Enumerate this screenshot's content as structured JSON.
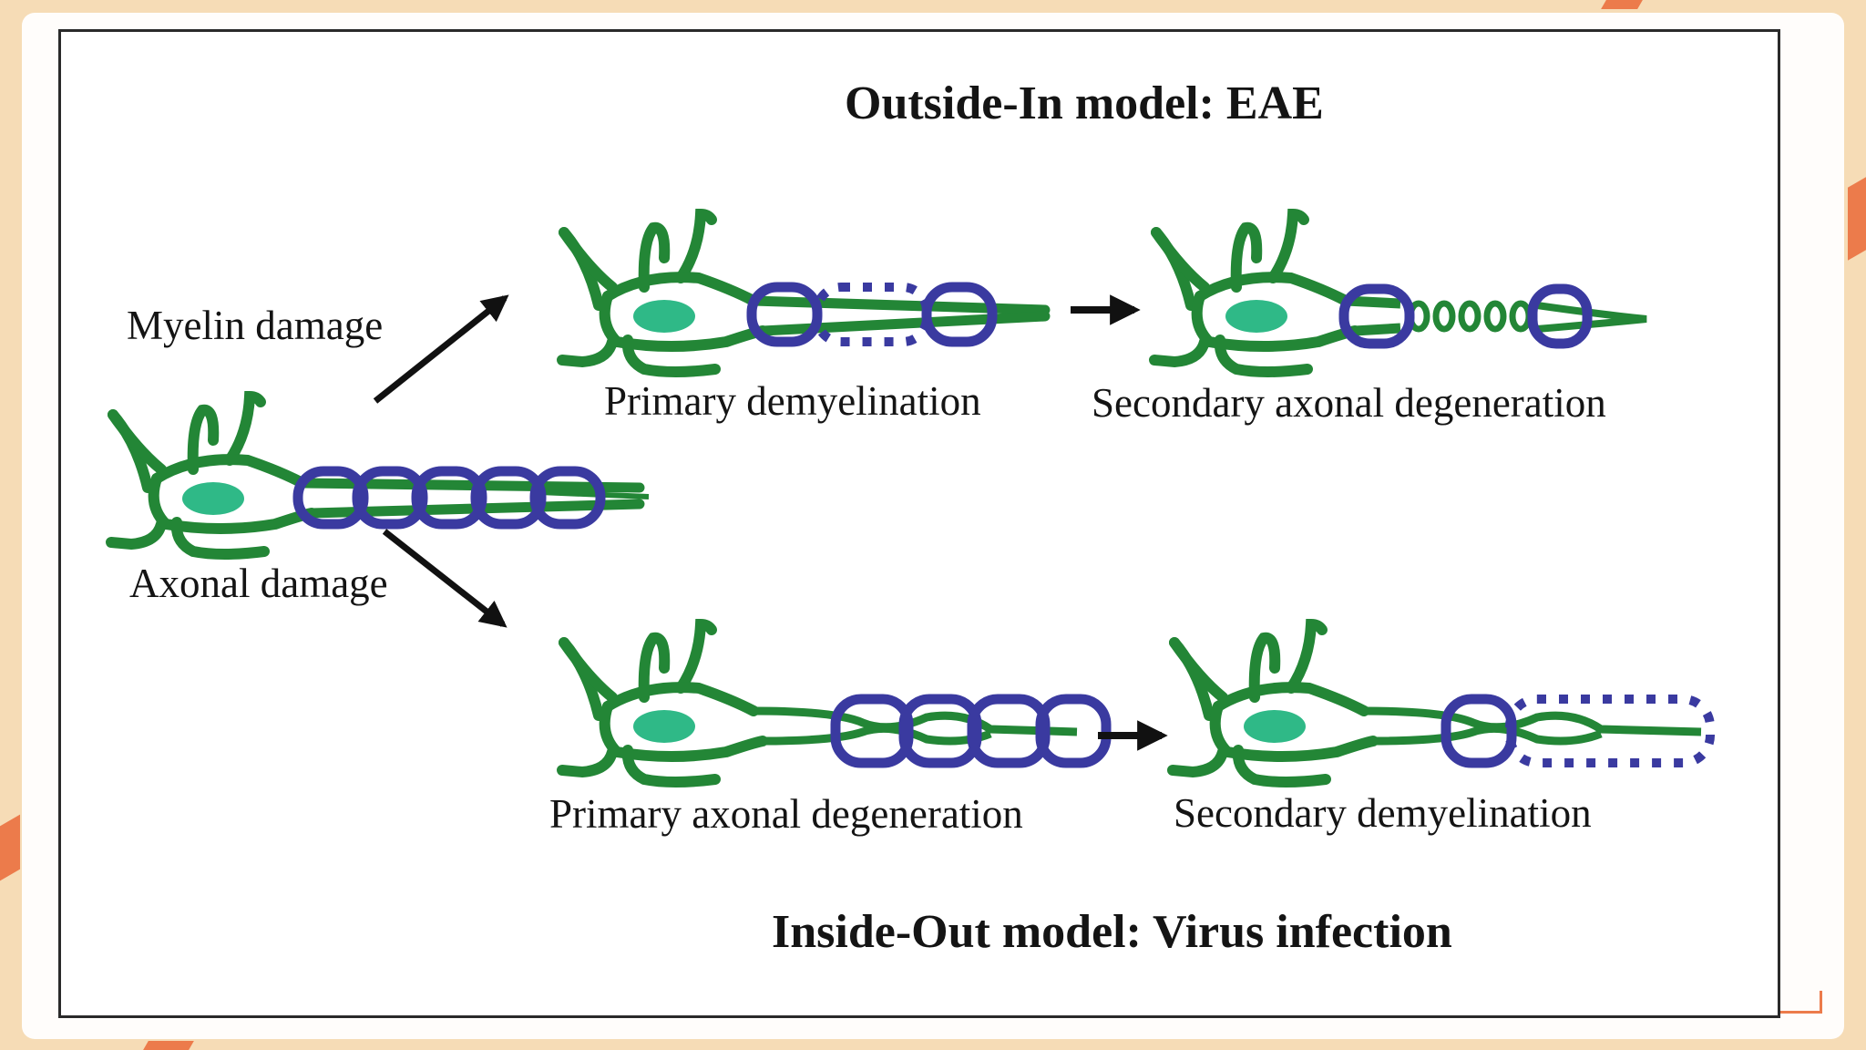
{
  "figure": {
    "title_outside_in": "Outside-In model:  EAE",
    "title_inside_out": "Inside-Out model:  Virus infection",
    "branch_labels": {
      "myelin": "Myelin damage",
      "axonal": "Axonal damage"
    },
    "stages": {
      "top_left": "Primary demyelination",
      "top_right": "Secondary axonal degeneration",
      "bottom_left": "Primary axonal degeneration",
      "bottom_right": "Secondary demyelination"
    }
  },
  "colors": {
    "neuron_body": "#238636",
    "nucleus": "#2fb987",
    "myelin": "#3a3aa0",
    "arrow": "#111111",
    "accent": "#ec7b4b",
    "background": "#f6dcb6"
  },
  "icons": {
    "neuron": "neuron-icon",
    "arrow": "arrow-icon"
  }
}
